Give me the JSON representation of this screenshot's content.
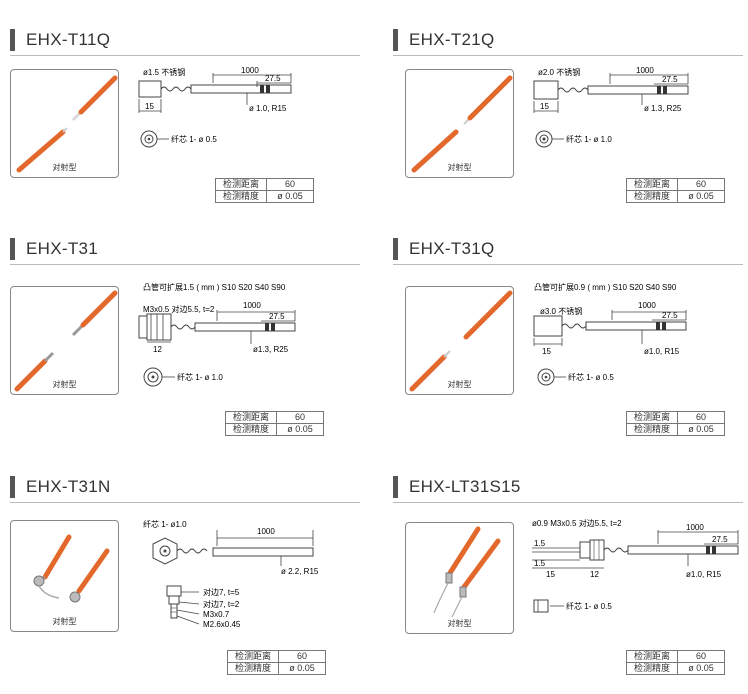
{
  "colors": {
    "cable": "#e2682b",
    "header_bar": "#555555",
    "line": "#444444"
  },
  "spec_labels": {
    "distance": "检测距离",
    "precision": "检测精度"
  },
  "panels": [
    {
      "title": "EHX-T11Q",
      "photo_caption": "对射型",
      "labels": [
        "ø1.5  不锈钢",
        "1000",
        "27.5",
        "15",
        "ø 1.0, R15",
        "纤芯 1- ø 0.5"
      ],
      "spec": {
        "distance": "60",
        "precision": "ø 0.05"
      }
    },
    {
      "title": "EHX-T21Q",
      "photo_caption": "对射型",
      "labels": [
        "ø2.0  不锈钢",
        "1000",
        "27.5",
        "15",
        "ø 1.3, R25",
        "纤芯 1- ø 1.0"
      ],
      "spec": {
        "distance": "60",
        "precision": "ø 0.05"
      }
    },
    {
      "title": "EHX-T31",
      "photo_caption": "对射型",
      "labels": [
        "凸管可扩展1.5 ( mm ) S10   S20   S40   S90",
        "M3x0.5  对边5.5, t=2",
        "1000",
        "27.5",
        "12",
        "ø1.3, R25",
        "纤芯 1- ø 1.0"
      ],
      "spec": {
        "distance": "60",
        "precision": "ø 0.05"
      }
    },
    {
      "title": "EHX-T31Q",
      "photo_caption": "对射型",
      "labels": [
        "凸管可扩展0.9 ( mm ) S10   S20   S40   S90",
        "ø3.0  不锈钢",
        "1000",
        "27.5",
        "15",
        "ø1.0, R15",
        "纤芯 1- ø 0.5"
      ],
      "spec": {
        "distance": "60",
        "precision": "ø 0.05"
      }
    },
    {
      "title": "EHX-T31N",
      "photo_caption": "对射型",
      "labels": [
        "纤芯 1- ø1.0",
        "1000",
        "ø 2.2, R15",
        "对边7, t=5",
        "对边7, t=2",
        "M3x0.7",
        "M2.6x0.45"
      ],
      "spec": {
        "distance": "60",
        "precision": "ø 0.05"
      }
    },
    {
      "title": "EHX-LT31S15",
      "photo_caption": "对射型",
      "labels": [
        "ø0.9   M3x0.5  对边5.5, t=2",
        "1000",
        "27.5",
        "1.5",
        "1.5",
        "15",
        "12",
        "ø1.0, R15",
        "纤芯 1- ø 0.5"
      ],
      "spec": {
        "distance": "60",
        "precision": "ø 0.05"
      }
    }
  ]
}
